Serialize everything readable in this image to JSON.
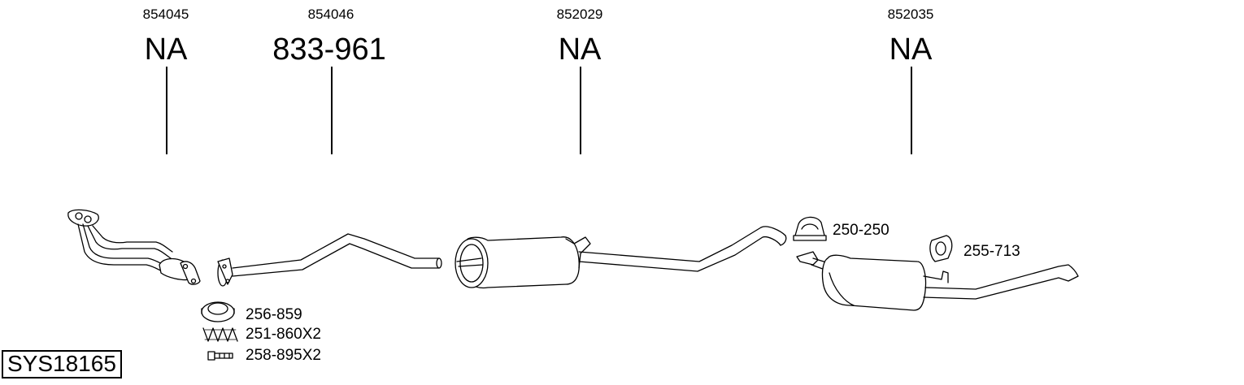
{
  "columns": [
    {
      "ref": "854045",
      "part": "NA"
    },
    {
      "ref": "854046",
      "part": "833-961"
    },
    {
      "ref": "852029",
      "part": "NA"
    },
    {
      "ref": "852035",
      "part": "NA"
    }
  ],
  "accessories": [
    {
      "label": "256-859",
      "icon": "gasket-ring-icon"
    },
    {
      "label": "251-860X2",
      "icon": "spring-icon"
    },
    {
      "label": "258-895X2",
      "icon": "bolt-icon"
    },
    {
      "label": "250-250",
      "icon": "clamp-icon"
    },
    {
      "label": "255-713",
      "icon": "rubber-mount-icon"
    }
  ],
  "system_id": "SYS18165"
}
